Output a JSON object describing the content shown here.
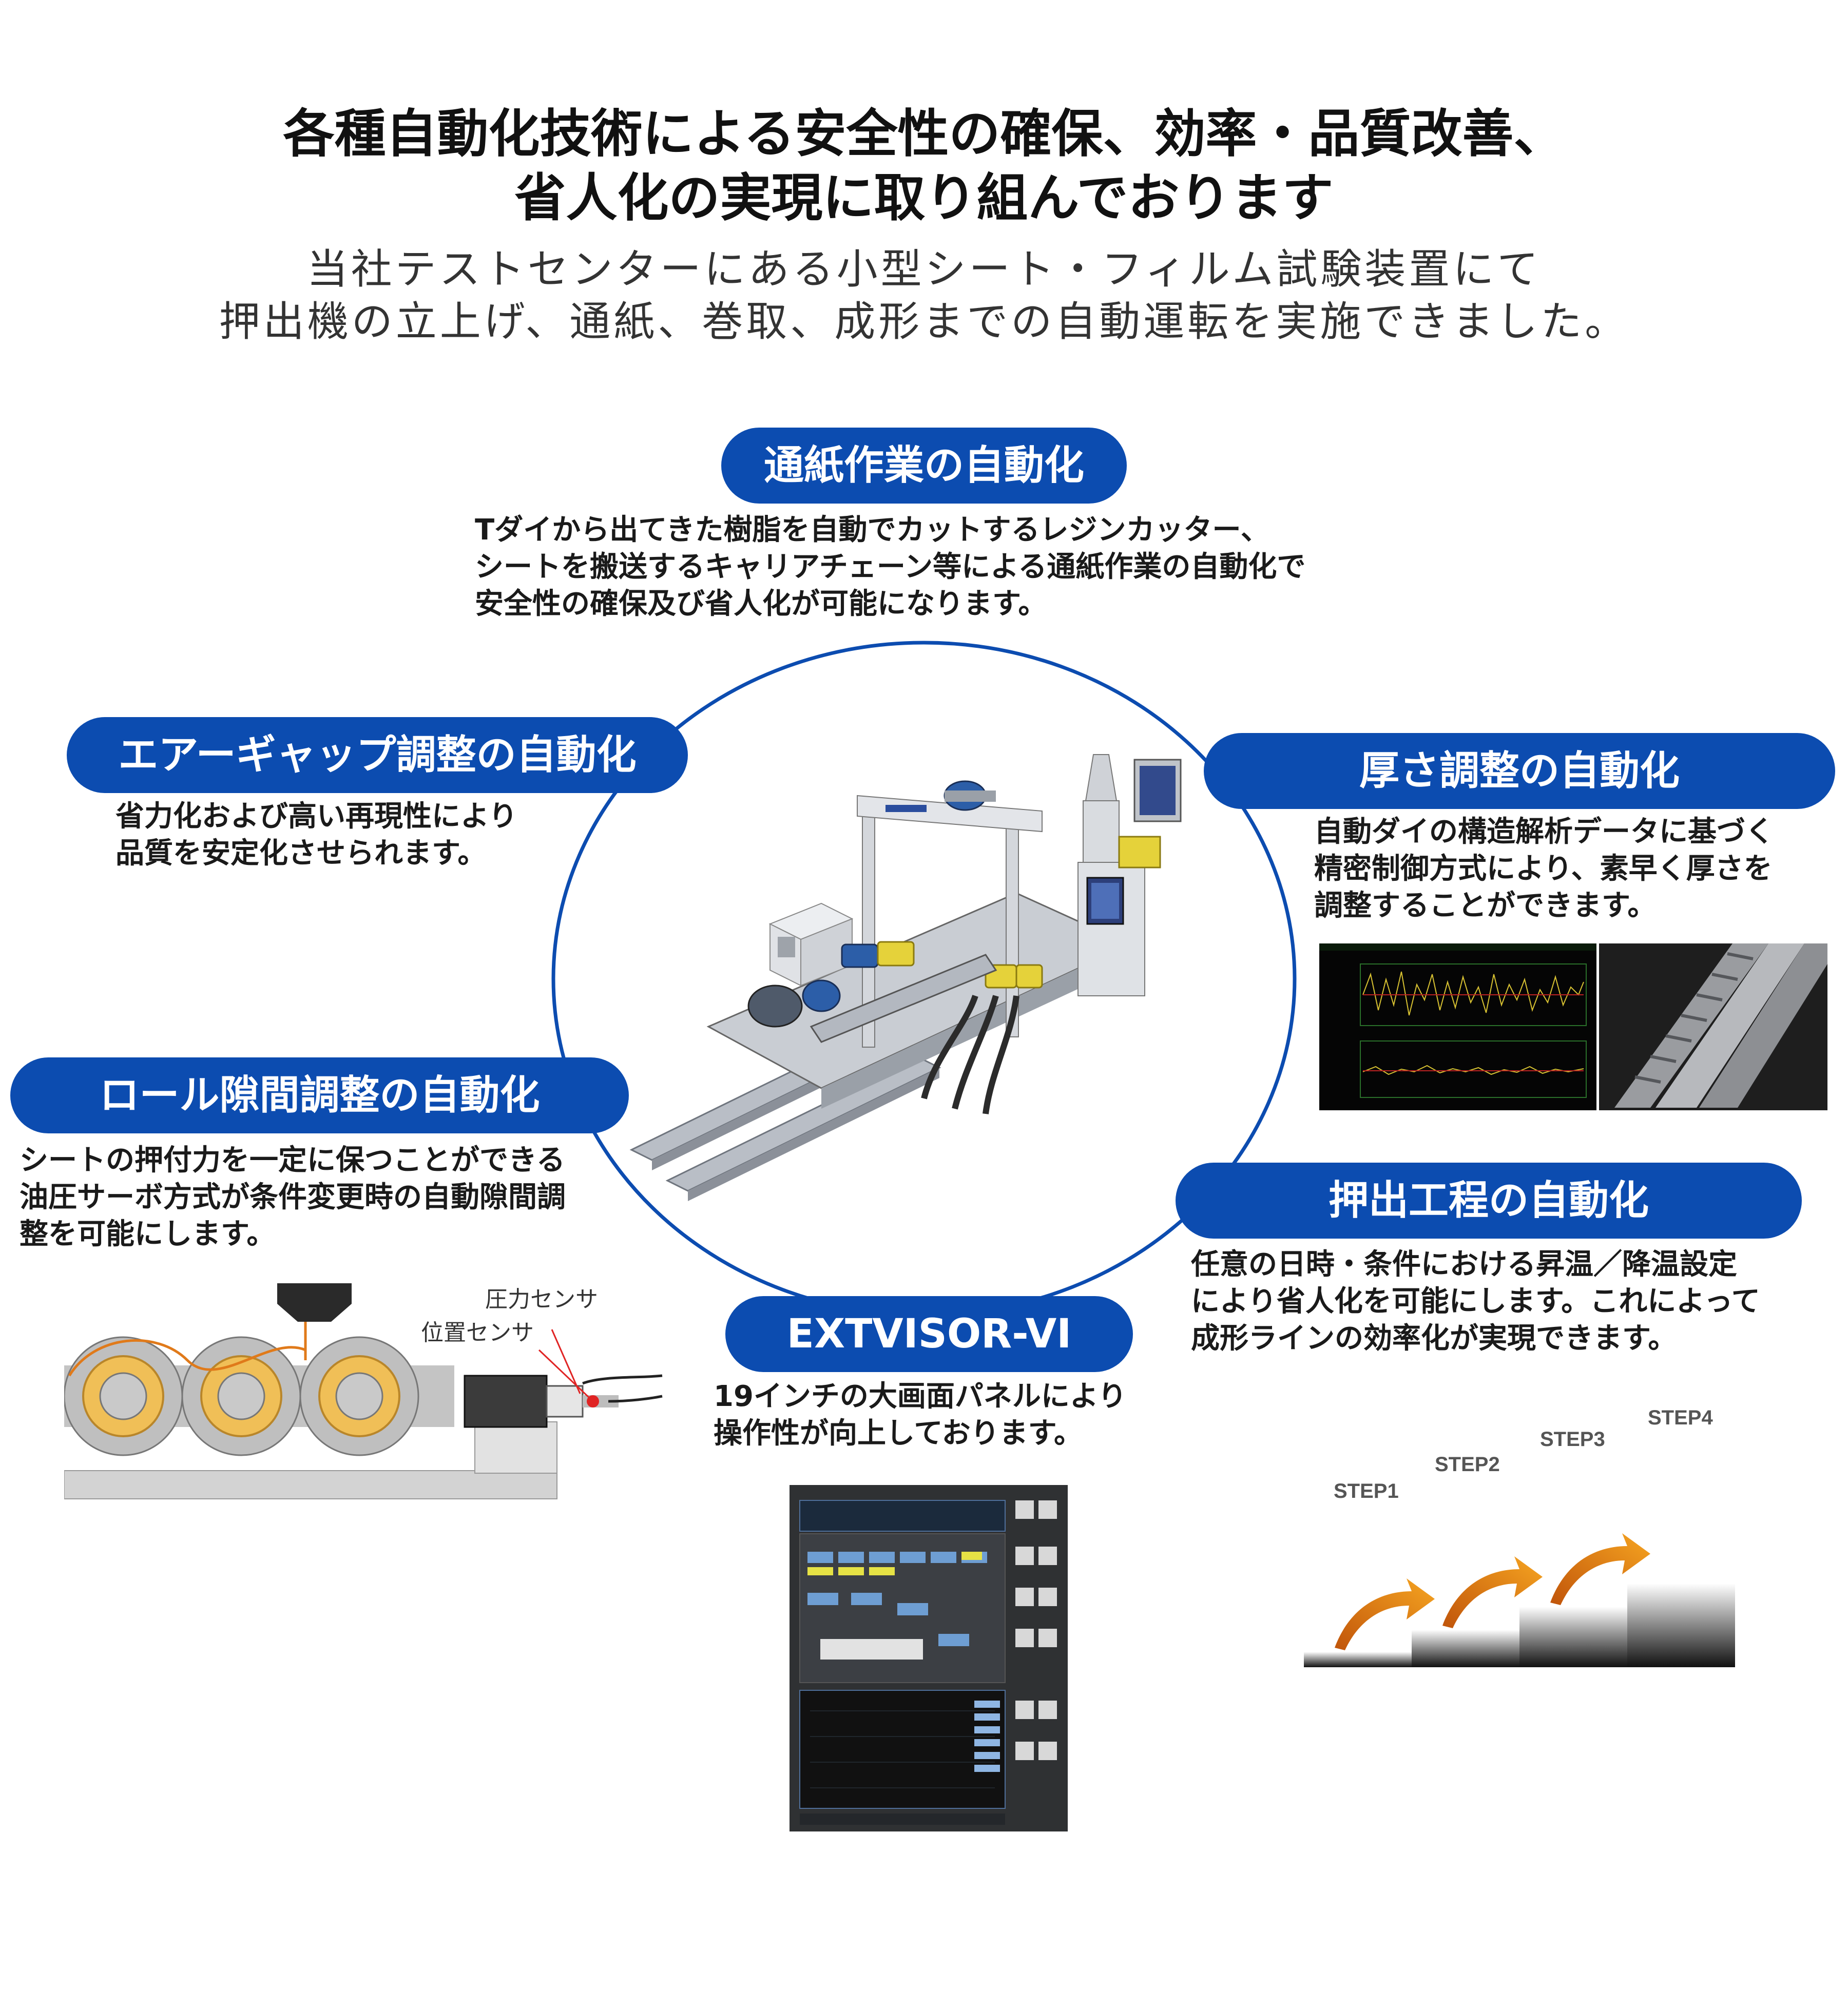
{
  "headline": {
    "line1": "各種自動化技術による安全性の確保、効率・品質改善、",
    "line2": "省人化の実現に取り組んでおります"
  },
  "subline": {
    "line1": "当社テストセンターにある小型シート・フィルム試験装置にて",
    "line2": "押出機の立上げ、通紙、巻取、成形までの自動運転を実施できました。"
  },
  "sections": {
    "paper_threading": {
      "title": "通紙作業の自動化",
      "lines": [
        "Tダイから出てきた樹脂を自動でカットするレジンカッター、",
        "シートを搬送するキャリアチェーン等による通紙作業の自動化で",
        "安全性の確保及び省人化が可能になります。"
      ]
    },
    "air_gap": {
      "title": "エアーギャップ調整の自動化",
      "lines": [
        "省力化および高い再現性により",
        "品質を安定化させられます。"
      ]
    },
    "thickness": {
      "title": "厚さ調整の自動化",
      "lines": [
        "自動ダイの構造解析データに基づく",
        "精密制御方式により、素早く厚さを",
        "調整することができます。"
      ]
    },
    "roll_gap": {
      "title": "ロール隙間調整の自動化",
      "lines": [
        "シートの押付力を一定に保つことができる",
        "油圧サーボ方式が条件変更時の自動隙間調",
        "整を可能にします。"
      ]
    },
    "extrusion": {
      "title": "押出工程の自動化",
      "lines": [
        "任意の日時・条件における昇温／降温設定",
        "により省人化を可能にします。これによって",
        "成形ラインの効率化が実現できます。"
      ]
    },
    "extvisor": {
      "title": "EXTVISOR-VI",
      "lines": [
        "19インチの大画面パネルにより",
        "操作性が向上しております。"
      ]
    }
  },
  "roll_diagram": {
    "pressure_sensor": "圧力センサ",
    "position_sensor": "位置センサ"
  },
  "steps": [
    "STEP1",
    "STEP2",
    "STEP3",
    "STEP4"
  ],
  "colors": {
    "brand_blue": "#0c4cb0",
    "arrow_orange": "#f28a12"
  }
}
